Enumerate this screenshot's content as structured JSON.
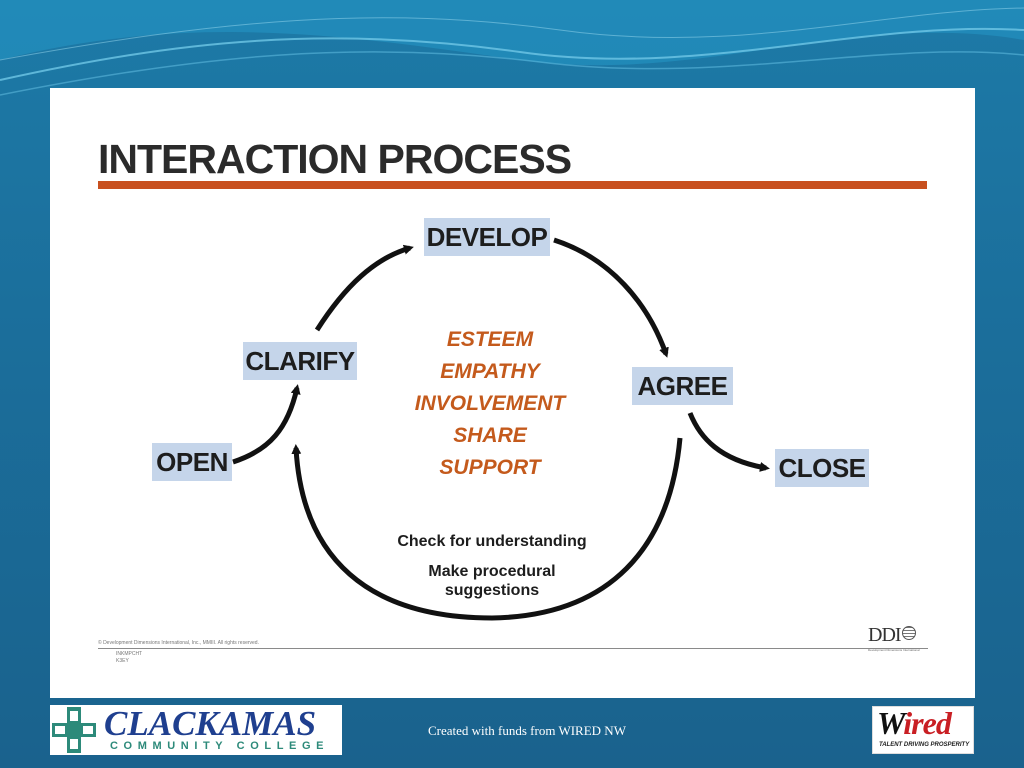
{
  "slide": {
    "title": "INTERACTION PROCESS",
    "accent_color": "#c8501f"
  },
  "diagram": {
    "stages": {
      "open": "OPEN",
      "clarify": "CLARIFY",
      "develop": "DEVELOP",
      "agree": "AGREE",
      "close": "CLOSE"
    },
    "values": [
      "ESTEEM",
      "EMPATHY",
      "INVOLVEMENT",
      "SHARE",
      "SUPPORT"
    ],
    "notes": {
      "check": "Check for understanding",
      "procedural": "Make procedural suggestions"
    },
    "values_color": "#c45a1c",
    "stage_fill": "#c5d5ea"
  },
  "slide_footer": {
    "copyright": "© Development Dimensions International, Inc., MMIII. All rights reserved.",
    "code_line1": "INKMPCHT",
    "code_line2": "K3EY",
    "ddi_logo": "DDI",
    "ddi_sub": "Development Dimensions International"
  },
  "footer": {
    "college_name": "CLACKAMAS",
    "college_sub": "COMMUNITY COLLEGE",
    "credit": "Created with funds from WIRED NW",
    "wired_w": "W",
    "wired_rest": "ired",
    "wired_tagline": "TALENT DRIVING PROSPERITY"
  }
}
